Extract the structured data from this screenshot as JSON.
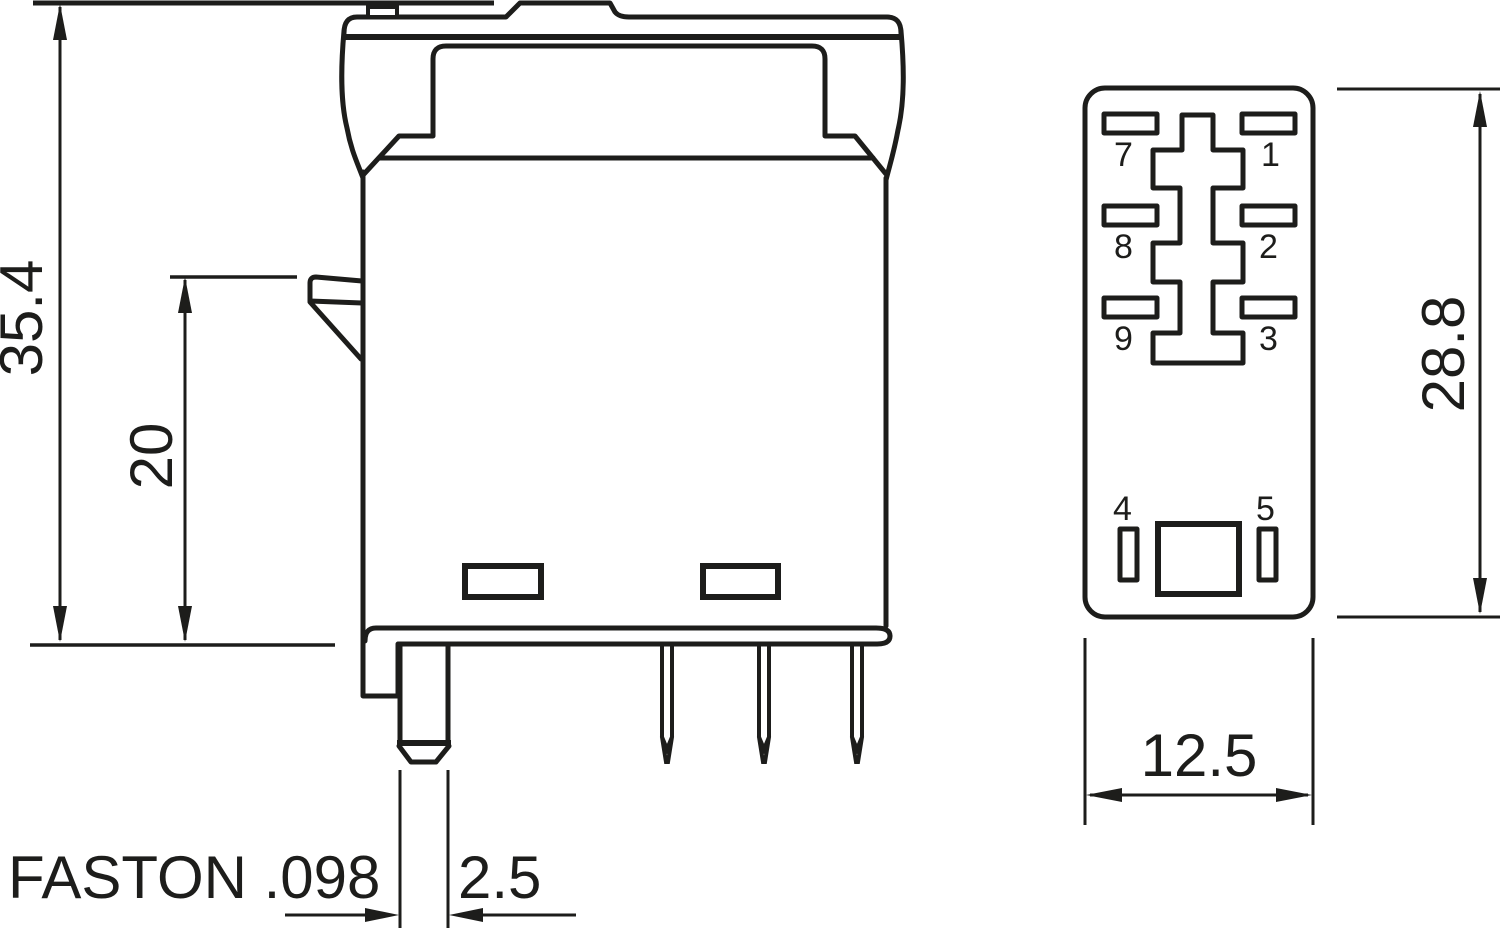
{
  "colors": {
    "line": "#1d1d1b",
    "background": "#ffffff"
  },
  "side_view": {
    "dim_overall_height": "35.4",
    "dim_latch_height": "20",
    "terminal_type_label": "FASTON .098",
    "dim_terminal_width": "2.5"
  },
  "footprint_view": {
    "dim_height": "28.8",
    "dim_width": "12.5",
    "pins": {
      "p7": "7",
      "p1": "1",
      "p8": "8",
      "p2": "2",
      "p9": "9",
      "p3": "3",
      "p4": "4",
      "p5": "5"
    }
  }
}
